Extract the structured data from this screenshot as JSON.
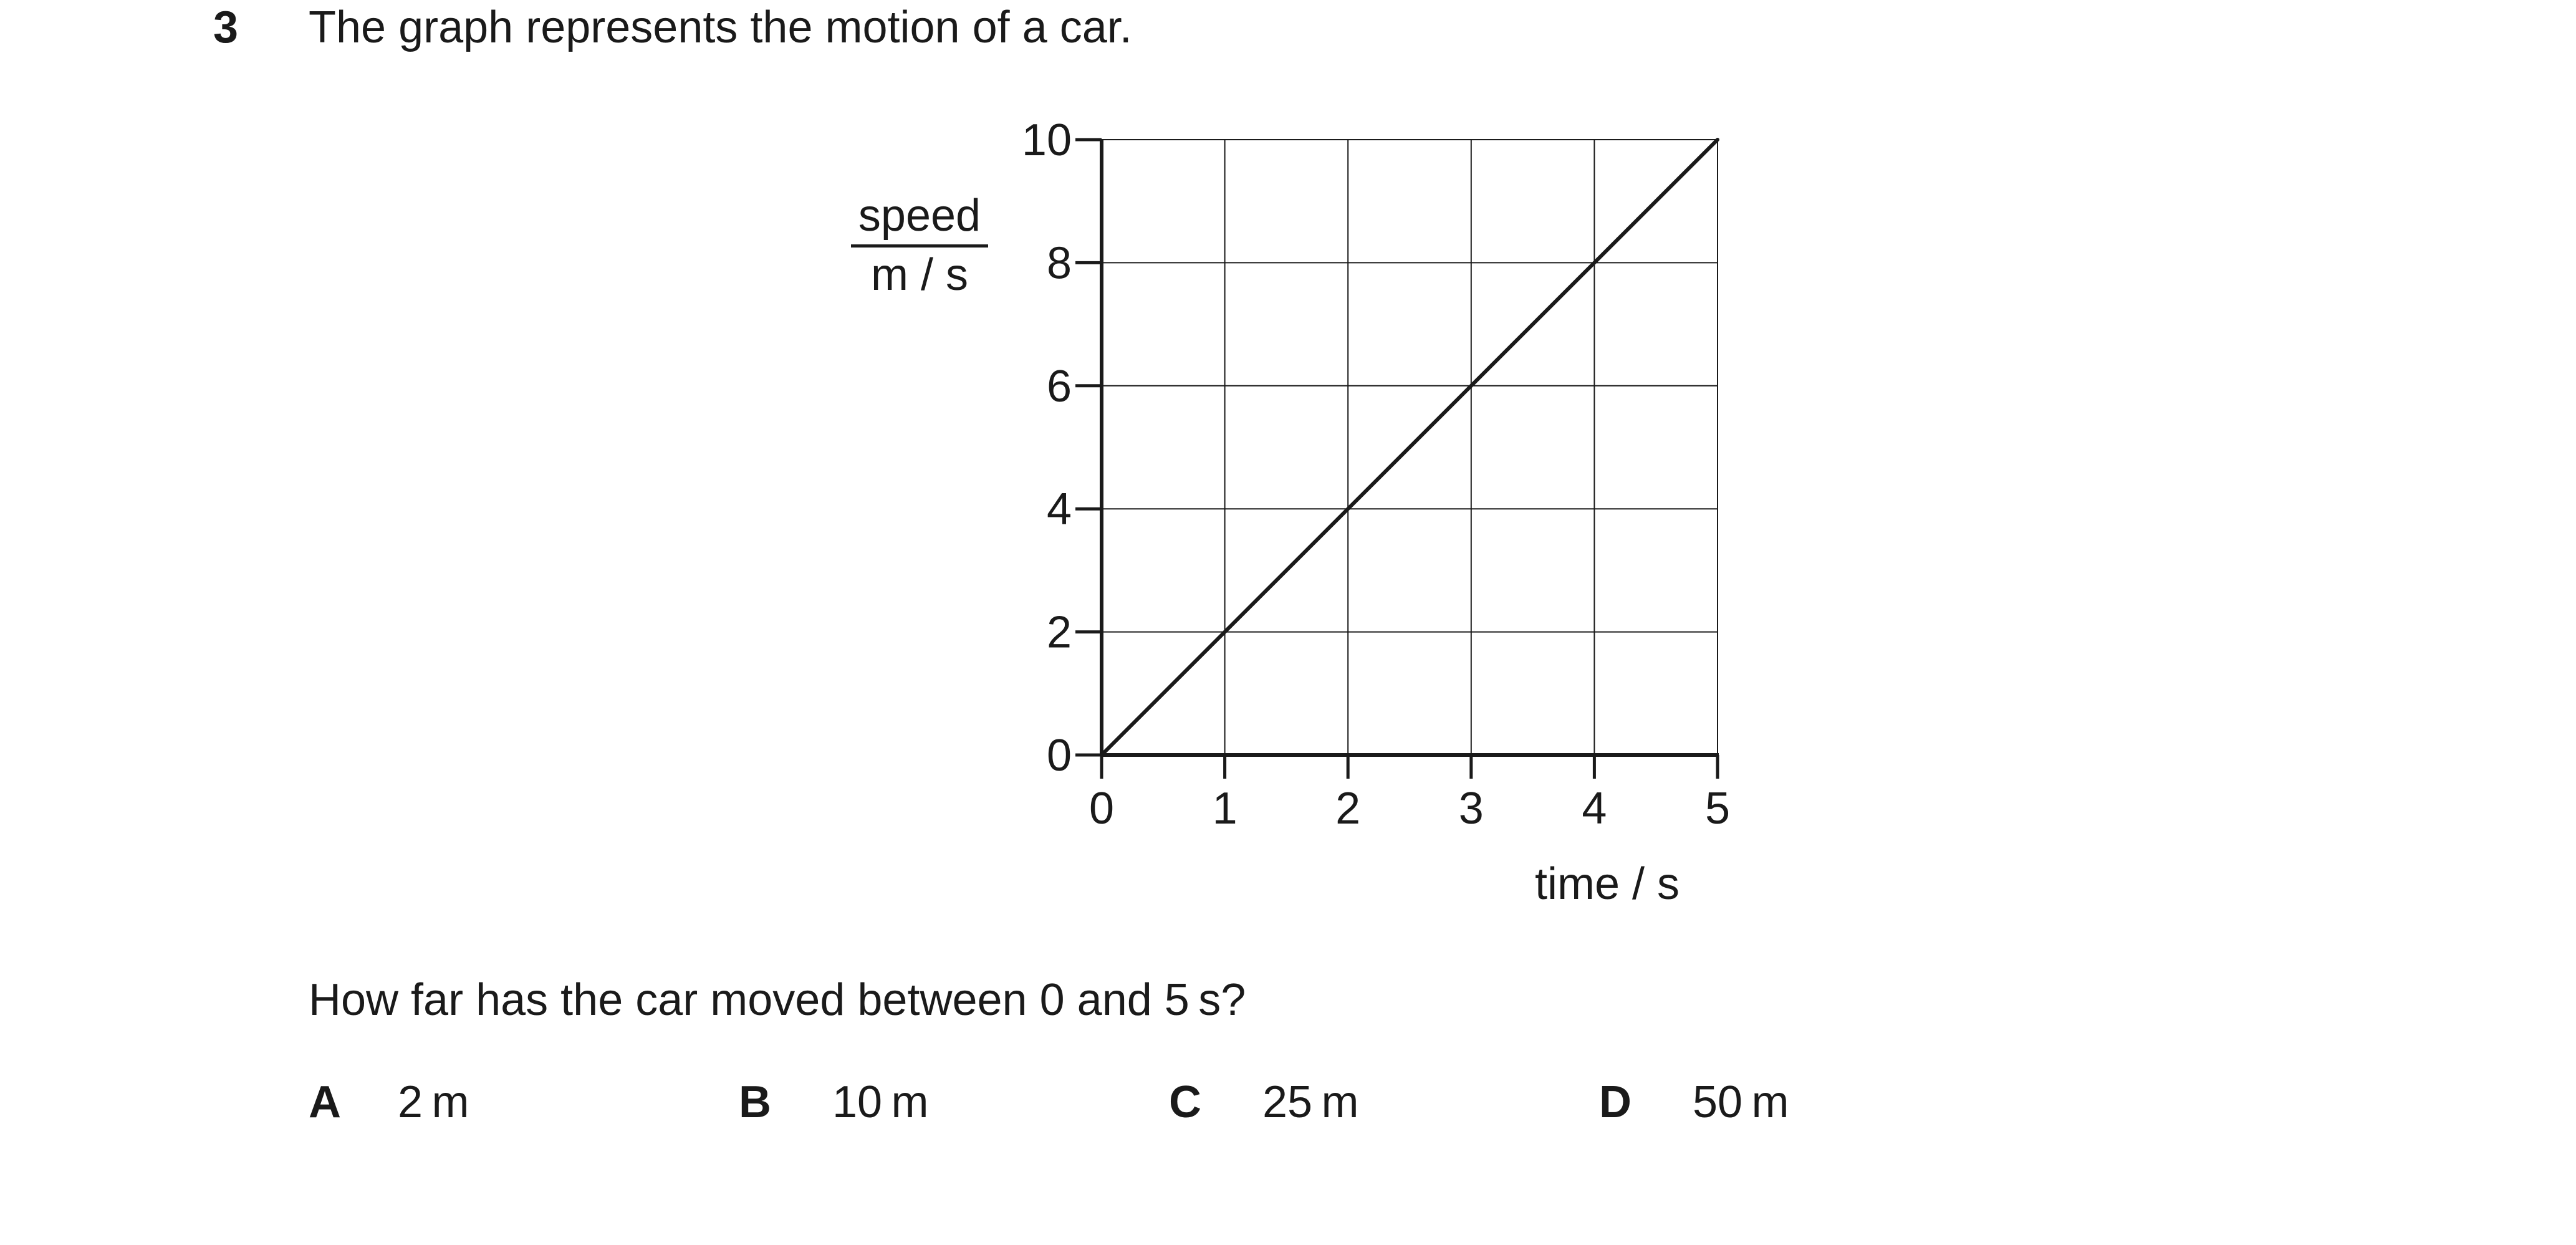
{
  "question": {
    "number": "3",
    "stem": "The graph represents the motion of a car.",
    "prompt": "How far has the car moved between 0 and 5 s?"
  },
  "chart_data": {
    "type": "line",
    "ylabel_numerator": "speed",
    "ylabel_denominator": "m / s",
    "xlabel": "time / s",
    "xlim": [
      0,
      5
    ],
    "ylim": [
      0,
      10
    ],
    "x_ticks": [
      0,
      1,
      2,
      3,
      4,
      5
    ],
    "y_ticks": [
      0,
      2,
      4,
      6,
      8,
      10
    ],
    "x_tick_labels": [
      "0",
      "1",
      "2",
      "3",
      "4",
      "5"
    ],
    "y_tick_labels": [
      "0",
      "2",
      "4",
      "6",
      "8",
      "10"
    ],
    "grid": true,
    "series": [
      {
        "x": [
          0,
          5
        ],
        "y": [
          0,
          10
        ]
      }
    ]
  },
  "options": [
    {
      "letter": "A",
      "text": "2 m"
    },
    {
      "letter": "B",
      "text": "10 m"
    },
    {
      "letter": "C",
      "text": "25 m"
    },
    {
      "letter": "D",
      "text": "50 m"
    }
  ]
}
